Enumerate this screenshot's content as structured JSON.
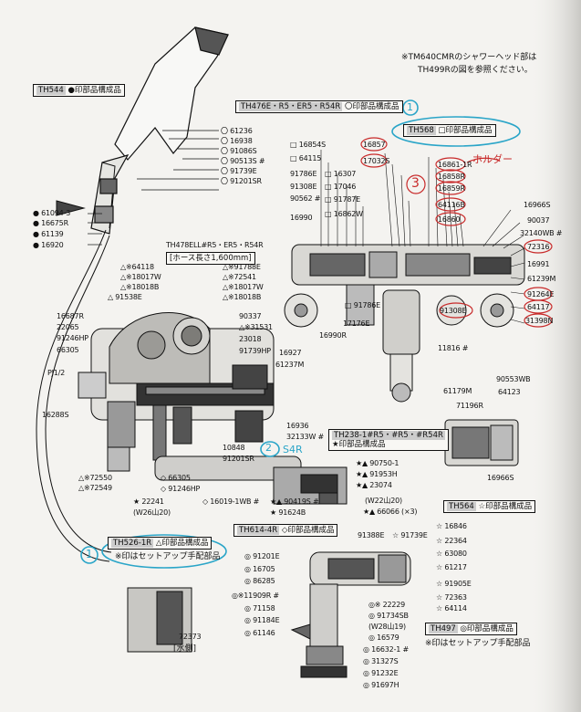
{
  "header_note": [
    "※TM640CMRのシャワーヘッド部は",
    "TH499Rの図を参照ください。"
  ],
  "kit_boxes": {
    "th544": {
      "code": "TH544",
      "text": "●印部品構成品"
    },
    "th476e": {
      "code": "TH476E・R5・ER5・R54R",
      "text": "〇印部品構成品"
    },
    "th568": {
      "code": "TH568",
      "text": "□印部品構成品"
    },
    "th478el": {
      "code": "TH478ELL#R5・ER5・R54R",
      "text": "[ホース長さ1,600mm]"
    },
    "th238": {
      "code": "TH238-1#R5・#R5・#R54R",
      "text": "★印部品構成品"
    },
    "th564": {
      "code": "TH564",
      "text": "☆印部品構成品"
    },
    "th526": {
      "code": "TH526-1R",
      "text": "△印部品構成品"
    },
    "th614": {
      "code": "TH614-4R",
      "text": "◇印部品構成品"
    },
    "th497": {
      "code": "TH497",
      "text": "◎印部品構成品"
    }
  },
  "notes": {
    "setup_left": "※印はセットアップ手配部品",
    "setup_right": "※印はセットアップ手配部品",
    "kanreigata": "[水側]"
  },
  "handwritten": {
    "circle1_top": "1",
    "circle3": "3",
    "holder": "ホルダー",
    "circle2": "2",
    "s4r": "S4R",
    "circle1_bottom": "1"
  },
  "parts": {
    "head": [
      "〇 61236",
      "〇 16938",
      "〇 91086S",
      "〇 90513S #",
      "〇 91739E",
      "〇 91201SR"
    ],
    "left_top": [
      "● 61094-3",
      "● 16675R",
      "● 61139",
      "● 16920"
    ],
    "mid_left": [
      "△※64118",
      "△※18017W",
      "△※18018B",
      "△ 91538E",
      "16687R",
      "22065",
      "91246HP",
      "66305",
      "PJ1/2",
      "16288S"
    ],
    "mid_center": [
      "△※91788E",
      "△※72541",
      "△※18017W",
      "△※18018B",
      "90337",
      "△※31531",
      "23018",
      "91739HP",
      "16927",
      "61237M"
    ],
    "center_low": [
      "16936",
      "32133W #",
      "10848",
      "91201SR"
    ],
    "lower_left": [
      "△※72550",
      "△※72549",
      "◇ 66305",
      "◇ 91246HP",
      "★ 22241",
      "(W26山20)"
    ],
    "lower_center": [
      "◇ 16019-1WB #",
      "★▲ 90419S #",
      "★ 91624B",
      "★▲ 90750-1",
      "★▲ 91953H",
      "★▲ 23074",
      "(W22山20)",
      "★▲ 66066 (×3)"
    ],
    "valve_top_left": [
      "□ 16854S",
      "□ 64115",
      "91786E",
      "91308E",
      "90562 #",
      "16990"
    ],
    "valve_top_mid": [
      "□ 16307",
      "□ 17046",
      "□ 91787E",
      "□ 16862W"
    ],
    "valve_top_red": [
      "16857",
      "17032S",
      "16861-1R",
      "16858R",
      "16859R",
      "64116B",
      "16860"
    ],
    "valve_right": [
      "16966S",
      "90037",
      "32140WB #",
      "72316",
      "16991",
      "61239M",
      "91264E",
      "64117",
      "31398N"
    ],
    "valve_bottom": [
      "□ 91786E",
      "17176E",
      "16990R",
      "91308E",
      "11816 #"
    ],
    "side_view": [
      "61179M",
      "90553WB",
      "71196R",
      "64123",
      "16966S"
    ],
    "bottom_left": [
      "◎ 91201E",
      "◎ 16705",
      "◎ 86285",
      "◎※11909R #",
      "◎ 71158",
      "◎ 91184E",
      "◎ 61146"
    ],
    "bottom_right": [
      "91388E",
      "☆ 91739E",
      "☆ 16846",
      "☆ 22364",
      "☆ 63080",
      "☆ 61217",
      "☆ 91905E",
      "☆ 72363",
      "☆ 64114"
    ],
    "bottom_center": [
      "◎※ 22229",
      "◎ 91734SB",
      "(W28山19)",
      "◎ 16579",
      "◎ 16632-1 #",
      "◎ 31327S",
      "◎ 91232E",
      "◎ 91697H"
    ],
    "small_part": [
      "72373"
    ]
  }
}
